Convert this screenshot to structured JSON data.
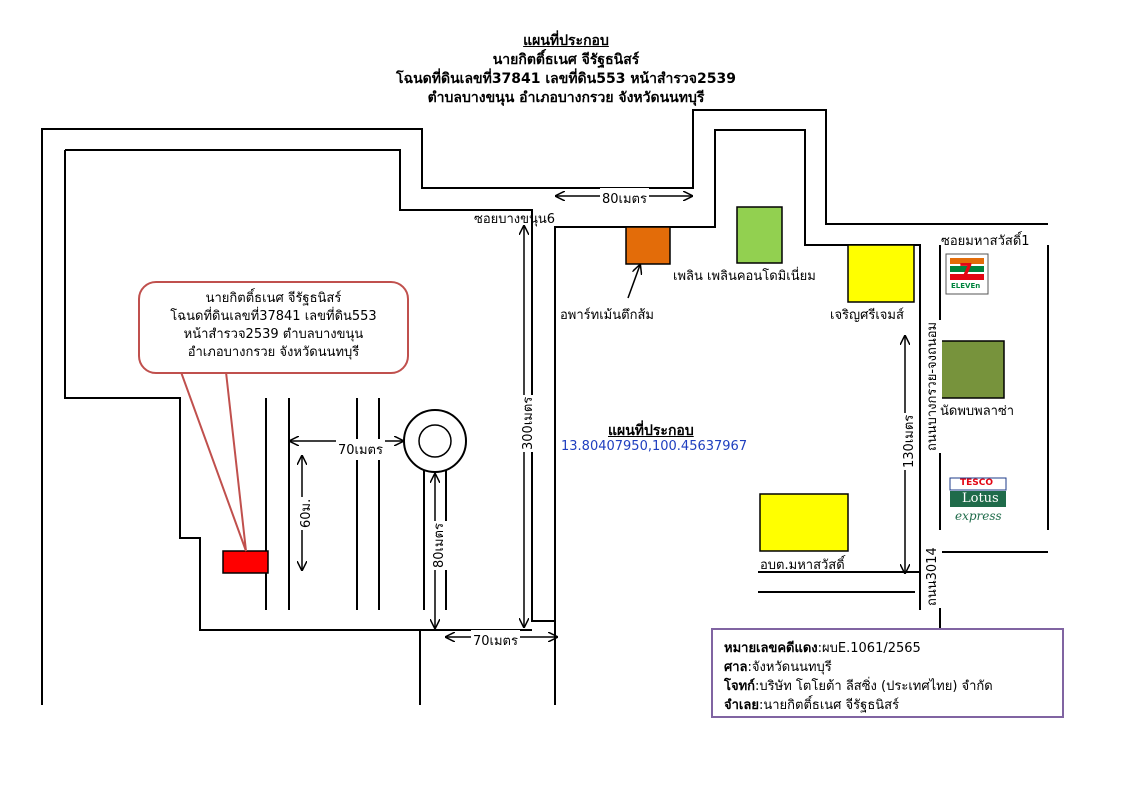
{
  "header": {
    "title": "แผนที่ประกอบ",
    "line1": "นายกิตติ์ธเนศ จีรัฐธนิสร์",
    "line2": "โฉนดที่ดินเลขที่37841 เลขที่ดิน553 หน้าสำรวจ2539",
    "line3": "ตำบลบางขนุน อำเภอบางกรวย จังหวัดนนทบุรี"
  },
  "callout": {
    "line1": "นายกิตติ์ธเนศ จีรัฐธนิสร์",
    "line2": "โฉนดที่ดินเลขที่37841 เลขที่ดิน553",
    "line3": "หน้าสำรวจ2539 ตำบลบางขนุน",
    "line4": "อำเภอบางกรวย จังหวัดนนทบุรี"
  },
  "roads": {
    "soi_bang_khanun": "ซอยบางขนุน6",
    "soi_maha_sawat": "ซอยมหาสวัสดิ์1",
    "main_road": "ถนนบางกรวย-จงถนอม",
    "road_3014": "ถนน3014"
  },
  "distances": {
    "d80_top": "80เมตร",
    "d70_mid": "70เมตร",
    "d60": "60ม.",
    "d80_vert": "80เมตร",
    "d300": "300เมตร",
    "d70_bottom": "70เมตร",
    "d130": "130เมตร"
  },
  "landmarks": {
    "apartment": "อพาร์ทเม้นตึกส้ม",
    "condo": "เพลิน เพลินคอนโดมิเนี่ยม",
    "charoen": "เจริญศรีเจมส์",
    "plaza": "นัดพบพลาซ่า",
    "obt": "อบต.มหาสวัสดิ์"
  },
  "map_center": {
    "title": "แผนที่ประกอบ",
    "coordinates": "13.80407950,100.45637967"
  },
  "logos": {
    "seven_number": "7",
    "seven_text": "ELEVEn",
    "tesco": "TESCO",
    "lotus": "Lotus",
    "express": "express"
  },
  "case_info": {
    "case_no_label": "หมายเลขคดีแดง",
    "case_no_value": ":ผบE.1061/2565",
    "court_label": "ศาล",
    "court_value": ":จังหวัดนนทบุรี",
    "plaintiff_label": "โจทก์",
    "plaintiff_value": ":บริษัท โตโยต้า ลีสซิ่ง (ประเทศไทย) จำกัด",
    "defendant_label": "จำเลย",
    "defendant_value": ":นายกิตติ์ธเนศ จีรัฐธนิสร์"
  },
  "colors": {
    "orange": "#e36c09",
    "light_green": "#92d050",
    "yellow": "#ffff00",
    "olive": "#77933c",
    "red_plot": "#ff0000",
    "callout_border": "#c0504d",
    "info_border": "#8064a2",
    "coord_text": "#1f3fbf"
  }
}
